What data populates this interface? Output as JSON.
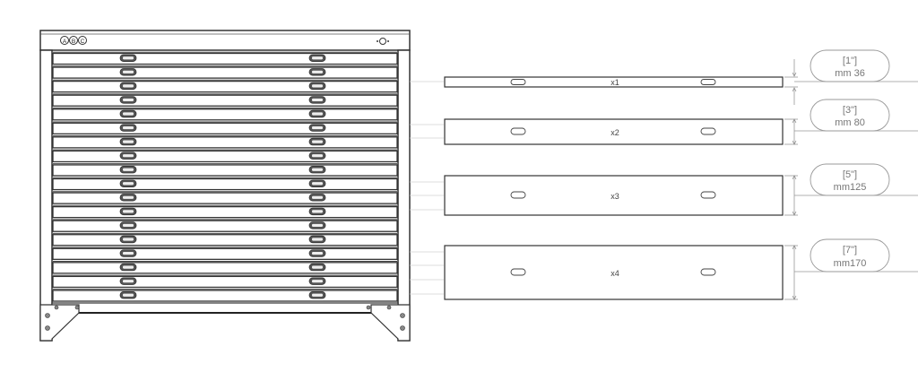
{
  "cabinet": {
    "badge_letters": [
      "A",
      "B",
      "C"
    ],
    "lock_icon": "lock-keyhole-icon",
    "drawer_count": 18,
    "handle_icon": "drawer-handle-icon"
  },
  "drawer_profiles": [
    {
      "qty_label": "x1",
      "inch_label": "[1\"]",
      "mm_label": "mm 36",
      "height_in": 1,
      "height_mm": 36
    },
    {
      "qty_label": "x2",
      "inch_label": "[3\"]",
      "mm_label": "mm 80",
      "height_in": 3,
      "height_mm": 80
    },
    {
      "qty_label": "x3",
      "inch_label": "[5\"]",
      "mm_label": "mm125",
      "height_in": 5,
      "height_mm": 125
    },
    {
      "qty_label": "x4",
      "inch_label": "[7\"]",
      "mm_label": "mm170",
      "height_in": 7,
      "height_mm": 170
    }
  ],
  "colors": {
    "line": "#333333",
    "leader": "#cfcfcf",
    "dimension": "#888888",
    "label_text": "#777777"
  }
}
